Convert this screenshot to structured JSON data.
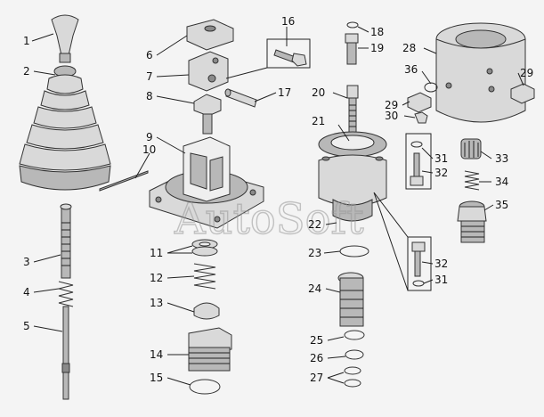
{
  "watermark": "AutoSoft",
  "callouts": [
    {
      "id": "c1",
      "label": "1"
    },
    {
      "id": "c2",
      "label": "2"
    },
    {
      "id": "c3",
      "label": "3"
    },
    {
      "id": "c4",
      "label": "4"
    },
    {
      "id": "c5",
      "label": "5"
    },
    {
      "id": "c6",
      "label": "6"
    },
    {
      "id": "c7",
      "label": "7"
    },
    {
      "id": "c8",
      "label": "8"
    },
    {
      "id": "c9",
      "label": "9"
    },
    {
      "id": "c10",
      "label": "10"
    },
    {
      "id": "c11",
      "label": "11"
    },
    {
      "id": "c12",
      "label": "12"
    },
    {
      "id": "c13",
      "label": "13"
    },
    {
      "id": "c14",
      "label": "14"
    },
    {
      "id": "c15",
      "label": "15"
    },
    {
      "id": "c16",
      "label": "16"
    },
    {
      "id": "c17",
      "label": "17"
    },
    {
      "id": "c18",
      "label": "18"
    },
    {
      "id": "c19",
      "label": "19"
    },
    {
      "id": "c20",
      "label": "20"
    },
    {
      "id": "c21",
      "label": "21"
    },
    {
      "id": "c22",
      "label": "22"
    },
    {
      "id": "c23",
      "label": "23"
    },
    {
      "id": "c24",
      "label": "24"
    },
    {
      "id": "c25",
      "label": "25"
    },
    {
      "id": "c26",
      "label": "26"
    },
    {
      "id": "c27",
      "label": "27"
    },
    {
      "id": "c28",
      "label": "28"
    },
    {
      "id": "c29a",
      "label": "29"
    },
    {
      "id": "c29b",
      "label": "29"
    },
    {
      "id": "c30",
      "label": "30"
    },
    {
      "id": "c31a",
      "label": "31"
    },
    {
      "id": "c31b",
      "label": "31"
    },
    {
      "id": "c32a",
      "label": "32"
    },
    {
      "id": "c32b",
      "label": "32"
    },
    {
      "id": "c33",
      "label": "33"
    },
    {
      "id": "c34",
      "label": "34"
    },
    {
      "id": "c35",
      "label": "35"
    },
    {
      "id": "c36",
      "label": "36"
    }
  ]
}
